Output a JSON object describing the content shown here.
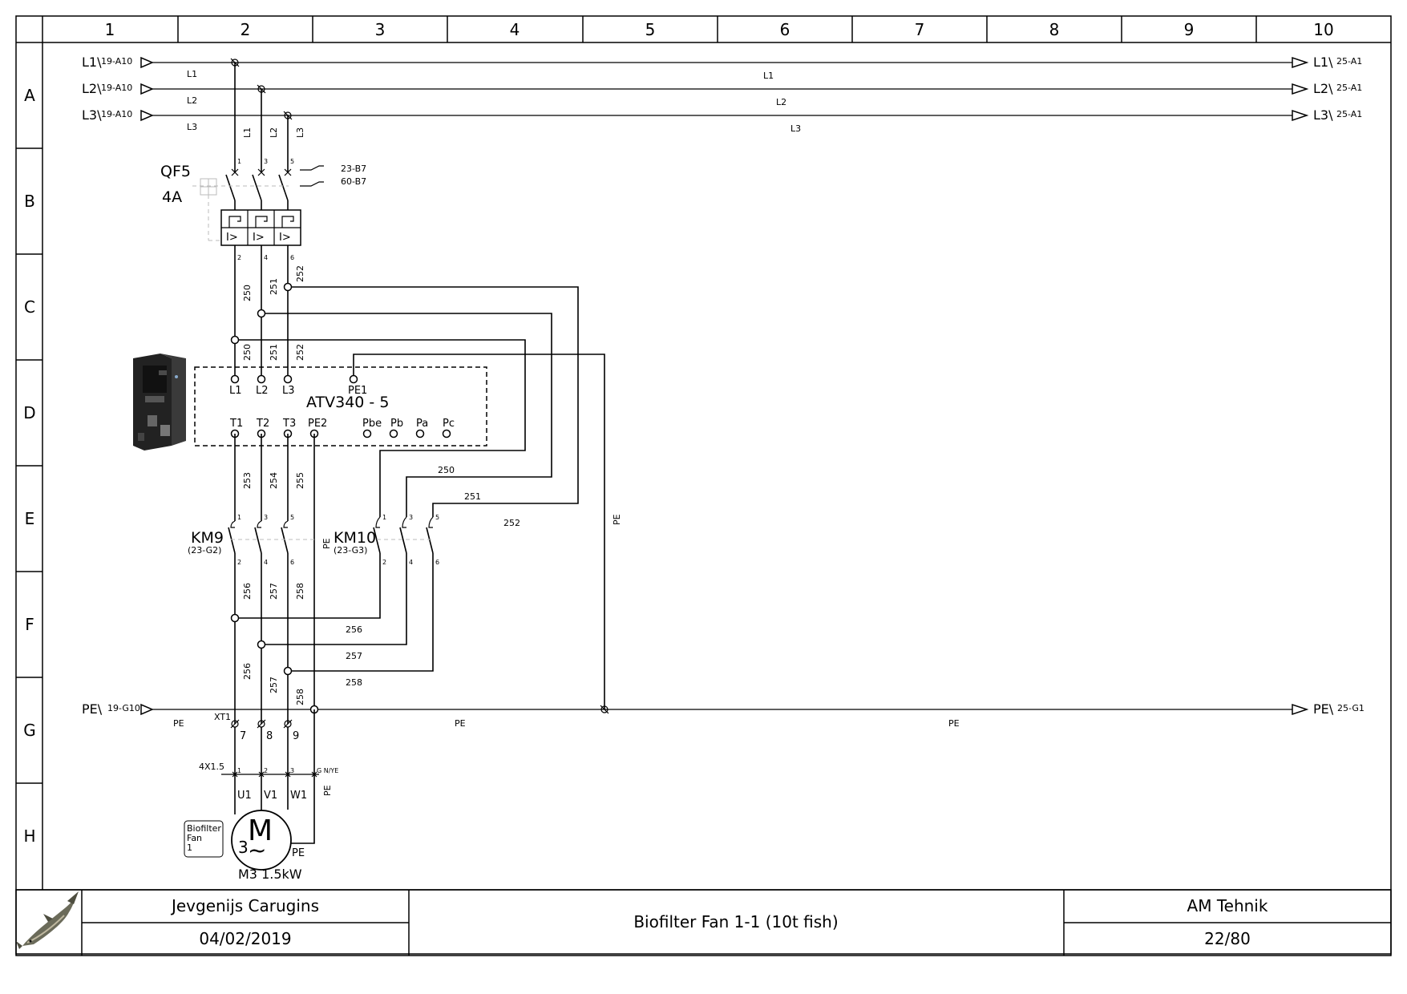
{
  "grid": {
    "columns": [
      "1",
      "2",
      "3",
      "4",
      "5",
      "6",
      "7",
      "8",
      "9",
      "10"
    ],
    "rows": [
      "A",
      "B",
      "C",
      "D",
      "E",
      "F",
      "G",
      "H"
    ]
  },
  "supply": {
    "l1_in": "L1\\",
    "l1_in_ref": "19-A10",
    "l2_in": "L2\\",
    "l2_in_ref": "19-A10",
    "l3_in": "L3\\",
    "l3_in_ref": "19-A10",
    "l1_out": "L1\\",
    "l1_out_ref": "25-A1",
    "l2_out": "L2\\",
    "l2_out_ref": "25-A1",
    "l3_out": "L3\\",
    "l3_out_ref": "25-A1",
    "pe_in": "PE\\",
    "pe_in_ref": "19-G10",
    "pe_out": "PE\\",
    "pe_out_ref": "25-G1",
    "l1": "L1",
    "l2": "L2",
    "l3": "L3",
    "pe": "PE"
  },
  "breaker": {
    "tag": "QF5",
    "rating": "4A",
    "aux_ref_1": "23-B7",
    "aux_ref_2": "60-B7",
    "trip_symbol": "I>",
    "pins_top": [
      "1",
      "3",
      "5"
    ],
    "pins_bottom": [
      "2",
      "4",
      "6"
    ]
  },
  "drive": {
    "name": "ATV340 - 5",
    "inputs": [
      "L1",
      "L2",
      "L3",
      "PE1"
    ],
    "outputs": [
      "T1",
      "T2",
      "T3",
      "PE2",
      "Pbe",
      "Pb",
      "Pa",
      "Pc"
    ]
  },
  "contactors": {
    "km9_tag": "KM9",
    "km9_ref": "(23-G2)",
    "km10_tag": "KM10",
    "km10_ref": "(23-G3)",
    "pins_top": [
      "1",
      "3",
      "5"
    ],
    "pins_bottom": [
      "2",
      "4",
      "6"
    ]
  },
  "wires": {
    "w250": "250",
    "w251": "251",
    "w252": "252",
    "w253": "253",
    "w254": "254",
    "w255": "255",
    "w256": "256",
    "w257": "257",
    "w258": "258",
    "pe": "PE"
  },
  "terminals": {
    "strip": "XT1",
    "t7": "7",
    "t8": "8",
    "t9": "9"
  },
  "cable": {
    "spec": "4X1.5",
    "c1": "1",
    "c2": "2",
    "c3": "3",
    "gnye": "G N/YE"
  },
  "motor": {
    "symbol": "M",
    "phases": "3",
    "tilde": "~",
    "u": "U1",
    "v": "V1",
    "w": "W1",
    "pe": "PE",
    "rating": "M3 1.5kW",
    "label_lines": [
      "Biofilter",
      "Fan",
      "1"
    ]
  },
  "title_block": {
    "author": "Jevgenijs Carugins",
    "date": "04/02/2019",
    "title": "Biofilter Fan 1-1 (10t fish)",
    "company": "AM Tehnik",
    "page": "22/80"
  }
}
